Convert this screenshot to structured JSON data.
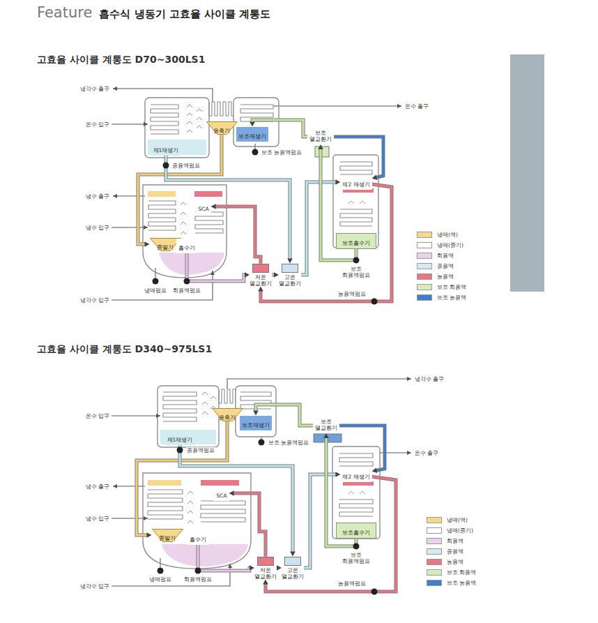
{
  "diagram": {
    "title": "흡수식 냉동기 고효율 사이클 계통도",
    "nodes": [
      {
        "text": [
          "제1재생기"
        ]
      },
      {
        "text": [
          "응축기"
        ]
      },
      {
        "text": [
          "보조재생기"
        ]
      },
      {
        "text": [
          "보조 열교환기"
        ]
      },
      {
        "text": [
          "제2 재생기"
        ]
      },
      {
        "text": [
          "증발기"
        ]
      },
      {
        "text": [
          "흡수기"
        ]
      },
      {
        "text": [
          "SCA"
        ]
      },
      {
        "text": [
          "보조흡수기"
        ]
      },
      {
        "text": [
          "저온 열교환기"
        ]
      },
      {
        "text": [
          "고온 열교환기"
        ]
      },
      {
        "text": [
          "제1재생기"
        ]
      },
      {
        "text": [
          "응축기"
        ]
      },
      {
        "text": [
          "보조재생기"
        ]
      },
      {
        "text": [
          "보조 열교환기"
        ]
      },
      {
        "text": [
          "제2 재생기"
        ]
      },
      {
        "text": [
          "증발기"
        ]
      },
      {
        "text": [
          "흡수기"
        ]
      },
      {
        "text": [
          "SCA"
        ]
      },
      {
        "text": [
          "보조흡수기"
        ]
      },
      {
        "text": [
          "저온 열교환기"
        ]
      },
      {
        "text": [
          "고온 열교환기"
        ]
      }
    ],
    "edges": [
      {
        "from": 1,
        "to": 5,
        "arrow": "to"
      },
      {
        "from": 0,
        "to": 10,
        "arrow": "to"
      },
      {
        "from": 10,
        "to": 4,
        "arrow": "to"
      },
      {
        "from": 6,
        "to": 9,
        "arrow": "to"
      },
      {
        "from": 9,
        "to": 10,
        "arrow": "to"
      },
      {
        "from": 4,
        "to": 9,
        "arrow": "to"
      },
      {
        "from": 9,
        "to": 7,
        "arrow": "to"
      },
      {
        "from": 8,
        "to": 3,
        "arrow": "to"
      },
      {
        "from": 3,
        "to": 2,
        "arrow": "to"
      },
      {
        "from": 3,
        "to": 4,
        "arrow": "to"
      },
      {
        "from": 12,
        "to": 16,
        "arrow": "to"
      },
      {
        "from": 11,
        "to": 21,
        "arrow": "to"
      },
      {
        "from": 21,
        "to": 15,
        "arrow": "to"
      },
      {
        "from": 17,
        "to": 20,
        "arrow": "to"
      },
      {
        "from": 20,
        "to": 21,
        "arrow": "to"
      },
      {
        "from": 15,
        "to": 20,
        "arrow": "to"
      },
      {
        "from": 20,
        "to": 18,
        "arrow": "to"
      },
      {
        "from": 19,
        "to": 14,
        "arrow": "to"
      },
      {
        "from": 14,
        "to": 13,
        "arrow": "to"
      },
      {
        "from": 14,
        "to": 15,
        "arrow": "to"
      }
    ],
    "labels": [
      "Feature",
      "고효율 사이클 계통도 D70~300LS1",
      "냉각수 출구",
      "온수 입구",
      "온수 출구",
      "중용액펌프",
      "보조 농용액펌프",
      "냉수 출구",
      "냉수 입구",
      "냉매펌프",
      "희용액펌프",
      "보조 희용액펌프",
      "농용액펌프",
      "냉각수 입구",
      "고효율 사이클 계통도 D340~975LS1",
      "냉각수 출구",
      "온수 입구",
      "중용액펌프",
      "보조 농용액펌프",
      "온수 출구",
      "냉수 출구",
      "냉수 입구",
      "냉매펌프",
      "희용액펌프",
      "보조 희용액펌프",
      "농용액펌프",
      "냉각수 입구"
    ],
    "legend": [
      {
        "text": "냉매(액)",
        "color": "#f6d88e"
      },
      {
        "text": "냉매(증기)",
        "color": "#ffffff"
      },
      {
        "text": "희용액",
        "color": "#ecd3ec"
      },
      {
        "text": "중용액",
        "color": "#d3ecf2"
      },
      {
        "text": "농용액",
        "color": "#e67785"
      },
      {
        "text": "보조 희용액",
        "color": "#d6ecbb"
      },
      {
        "text": "보조 농용액",
        "color": "#3f7fcf"
      },
      {
        "text": "냉매(액)",
        "color": "#f6d88e"
      },
      {
        "text": "냉매(증기)",
        "color": "#ffffff"
      },
      {
        "text": "희용액",
        "color": "#ecd3ec"
      },
      {
        "text": "중용액",
        "color": "#d3ecf2"
      },
      {
        "text": "농용액",
        "color": "#e67785"
      },
      {
        "text": "보조 희용액",
        "color": "#d6ecbb"
      },
      {
        "text": "보조 농용액",
        "color": "#3f7fcf"
      }
    ]
  }
}
